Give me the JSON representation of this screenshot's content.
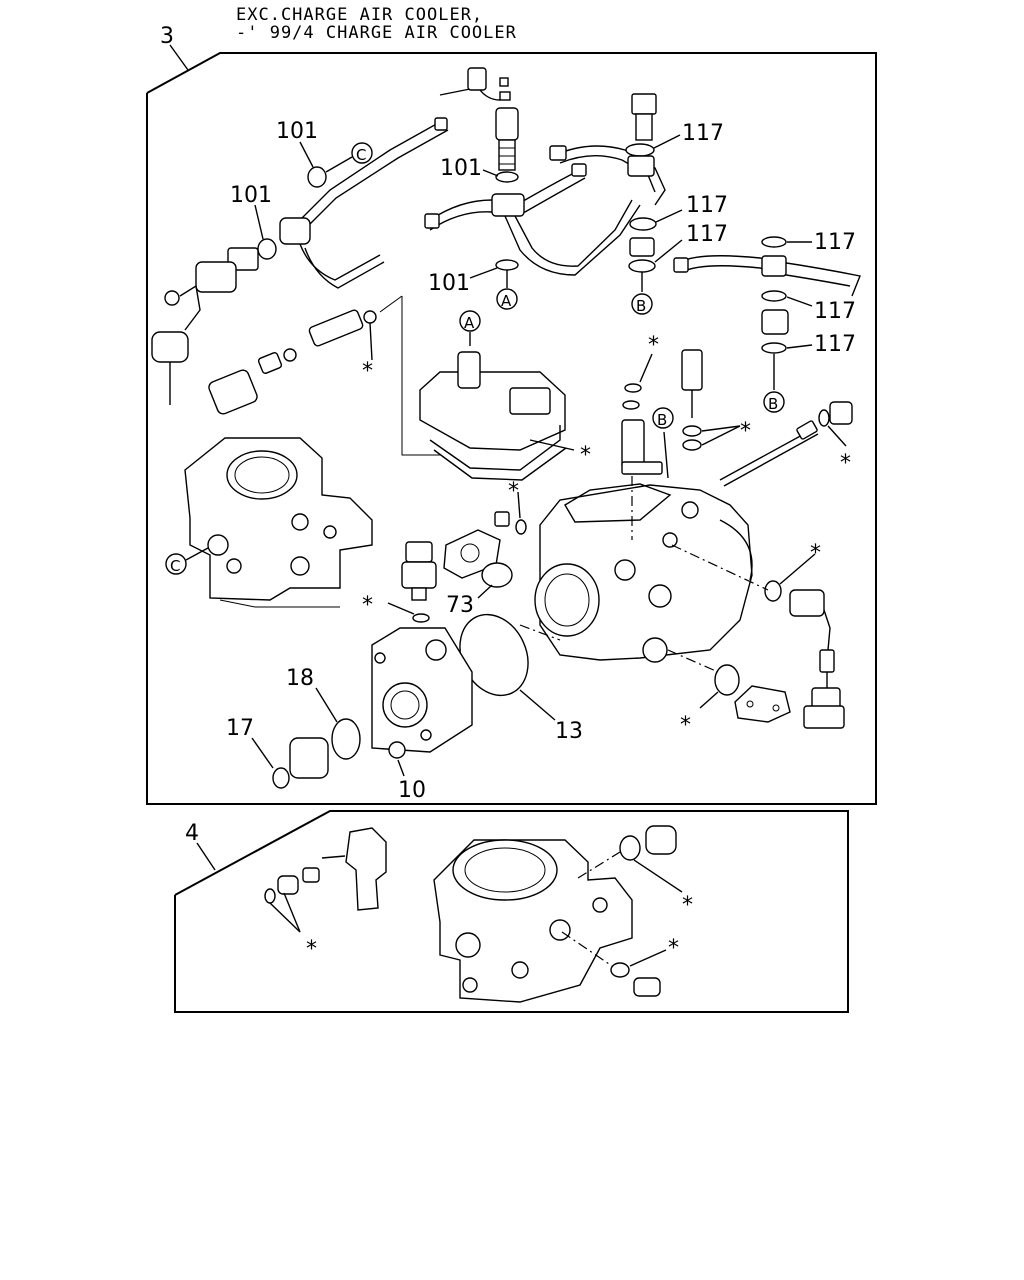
{
  "header": {
    "line1": "EXC.CHARGE AIR COOLER,",
    "line2": "-' 99/4 CHARGE AIR COOLER"
  },
  "groups": {
    "group3": "3",
    "group4": "4"
  },
  "callouts": {
    "p101": "101",
    "p117": "117",
    "p73": "73",
    "p18": "18",
    "p17": "17",
    "p13": "13",
    "p10": "10",
    "asterisk": "*",
    "refA": "A",
    "refB": "B",
    "refC": "C"
  }
}
